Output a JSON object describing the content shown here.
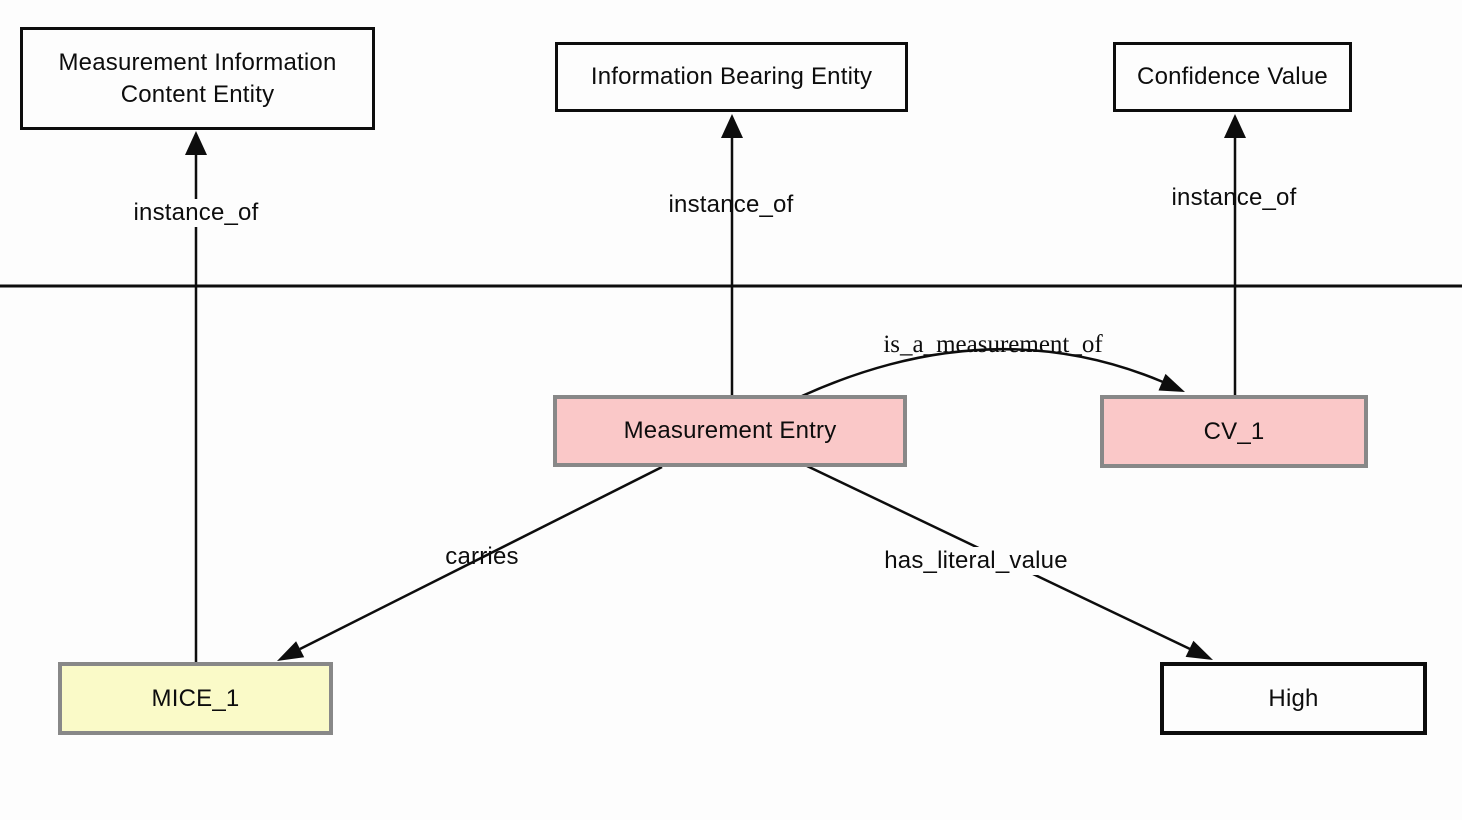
{
  "diagram": {
    "title": "",
    "nodes": {
      "measurement_information_content_entity": {
        "label": "Measurement Information Content Entity",
        "kind": "class"
      },
      "information_bearing_entity": {
        "label": "Information Bearing Entity",
        "kind": "class"
      },
      "confidence_value": {
        "label": "Confidence Value",
        "kind": "class"
      },
      "measurement_entry": {
        "label": "Measurement Entry",
        "kind": "instance"
      },
      "cv_1": {
        "label": "CV_1",
        "kind": "instance"
      },
      "mice_1": {
        "label": "MICE_1",
        "kind": "instance"
      },
      "high": {
        "label": "High",
        "kind": "literal"
      }
    },
    "edges": {
      "instance_of_left": {
        "label": "instance_of",
        "from": "MICE_1",
        "to": "Measurement Information Content Entity"
      },
      "instance_of_middle": {
        "label": "instance_of",
        "from": "Measurement Entry",
        "to": "Information Bearing Entity"
      },
      "instance_of_right": {
        "label": "instance_of",
        "from": "CV_1",
        "to": "Confidence Value"
      },
      "carries": {
        "label": "carries",
        "from": "Measurement Entry",
        "to": "MICE_1"
      },
      "has_literal_value": {
        "label": "has_literal_value",
        "from": "Measurement Entry",
        "to": "High"
      },
      "is_a_measurement_of": {
        "label": "is_a_measurement_of",
        "from": "Measurement Entry",
        "to": "CV_1"
      }
    },
    "colors": {
      "instance_fill": "#fac8c8",
      "literal_fill": "#fafac8",
      "class_fill": "#fdfdfd",
      "instance_border": "#888888",
      "line": "#0d0d0d",
      "background": "#fdfdfd"
    }
  }
}
